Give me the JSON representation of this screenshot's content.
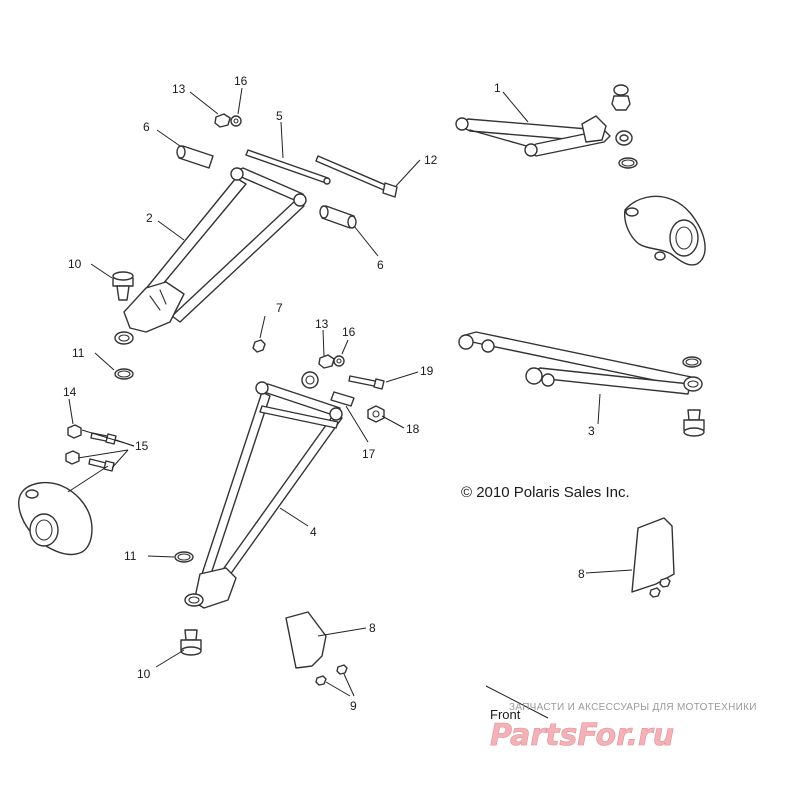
{
  "diagram": {
    "copyright": "© 2010 Polaris Sales Inc.",
    "front_label": "Front",
    "watermark": {
      "subtitle": "ЗАПЧАСТИ И АКСЕССУАРЫ ДЛЯ МОТОТЕХНИКИ",
      "brand": "PartsFor.ru"
    },
    "callouts": {
      "c1": "1",
      "c2": "2",
      "c3": "3",
      "c4": "4",
      "c5": "5",
      "c6a": "6",
      "c6b": "6",
      "c7": "7",
      "c8a": "8",
      "c8b": "8",
      "c9": "9",
      "c10a": "10",
      "c10b": "10",
      "c11a": "11",
      "c11b": "11",
      "c12": "12",
      "c13a": "13",
      "c13b": "13",
      "c14": "14",
      "c15": "15",
      "c16a": "16",
      "c16b": "16",
      "c17": "17",
      "c18": "18",
      "c19": "19"
    }
  }
}
